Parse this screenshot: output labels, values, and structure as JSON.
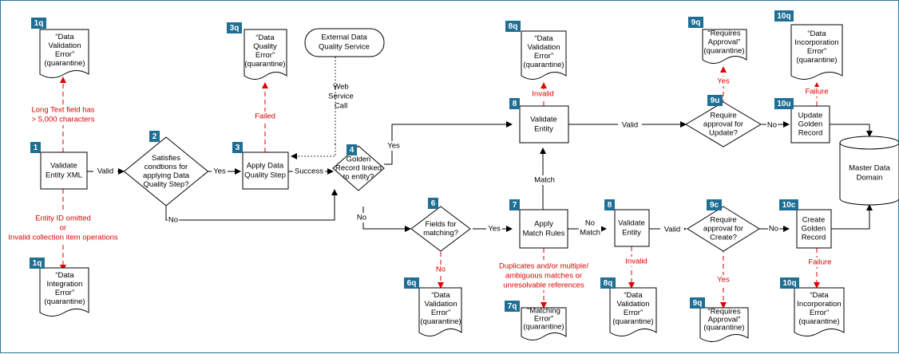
{
  "badges": {
    "b1q_top": "1q",
    "b1": "1",
    "b1q_bottom": "1q",
    "b2": "2",
    "b3q": "3q",
    "b3": "3",
    "b4": "4",
    "b6": "6",
    "b6q": "6q",
    "b7": "7",
    "b7q": "7q",
    "b8q_top": "8q",
    "b8_top": "8",
    "b8_mid": "8",
    "b8q_bottom": "8q",
    "b9q_top": "9q",
    "b9u": "9u",
    "b9c": "9c",
    "b9q_bottom": "9q",
    "b10q_top": "10q",
    "b10u": "10u",
    "b10c": "10c",
    "b10q_bottom": "10q"
  },
  "docs": {
    "d1q_top": [
      "“Data",
      "Validation",
      "Error”",
      "(quarantine)"
    ],
    "d1q_bottom": [
      "“Data",
      "Integration",
      "Error”",
      "(quarantine)"
    ],
    "d3q": [
      "“Data",
      "Quality",
      "Error”",
      "(quarantine)"
    ],
    "d6q": [
      "“Data",
      "Validation",
      "Error”",
      "(quarantine)"
    ],
    "d7q": [
      "“Matching",
      "Error”",
      "(quarantine)"
    ],
    "d8q_top": [
      "“Data",
      "Validation",
      "Error”",
      "(quarantine)"
    ],
    "d8q_bottom": [
      "“Data",
      "Validation",
      "Error”",
      "(quarantine)"
    ],
    "d9q_top": [
      "“Requires",
      "Approval”",
      "(quarantine)"
    ],
    "d9q_bottom": [
      "“Requires",
      "Approval”",
      "(quarantine)"
    ],
    "d10q_top": [
      "“Data",
      "Incorporation",
      "Error”",
      "(quarantine)"
    ],
    "d10q_bottom": [
      "“Data",
      "Incorporation",
      "Error”",
      "(quarantine)"
    ]
  },
  "steps": {
    "validate_xml": [
      "Validate",
      "Entity XML"
    ],
    "apply_dq": [
      "Apply Data",
      "Quality Step"
    ],
    "validate_entity_top": [
      "Validate",
      "Entity"
    ],
    "apply_match": [
      "Apply",
      "Match Rules"
    ],
    "validate_entity_mid": [
      "Validate",
      "Entity"
    ],
    "update_golden": [
      "Update",
      "Golden",
      "Record"
    ],
    "create_golden": [
      "Create",
      "Golden",
      "Record"
    ]
  },
  "decisions": {
    "satisfies": [
      "Satisfies",
      "condtions for",
      "applying Data",
      "Quality Step?"
    ],
    "golden_linked": [
      "Golden",
      "Record linked",
      "to entity?"
    ],
    "fields_matching": [
      "Fields for",
      "matching?"
    ],
    "approval_update": [
      "Require",
      "approval for",
      "Update?"
    ],
    "approval_create": [
      "Require",
      "approval for",
      "Create?"
    ]
  },
  "external_service": [
    "External Data",
    "Quality Service"
  ],
  "master_data": [
    "Master Data",
    "Domain"
  ],
  "labels": {
    "valid_1": "Valid",
    "yes_2": "Yes",
    "no_2": "No",
    "success": "Success",
    "yes_4": "Yes",
    "no_4": "No",
    "web_service": [
      "Web",
      "Service",
      "Call"
    ],
    "yes_6": "Yes",
    "match": "Match",
    "no_match": [
      "No",
      "Match"
    ],
    "valid_8_top": "Valid",
    "no_9u": "No",
    "valid_8_mid": "Valid",
    "no_9c": "No"
  },
  "red_labels": {
    "long_text": [
      "Long Text field has",
      "> 5,000 characters"
    ],
    "entity_id": [
      "Entity ID omitted",
      "or",
      "Invalid collection item operations"
    ],
    "failed": "Failed",
    "no_6": "No",
    "duplicates": [
      "Duplicates and/or multiple/",
      "ambiguous matches or",
      "unresolvable references"
    ],
    "invalid_top": "Invalid",
    "invalid_mid": "Invalid",
    "yes_9u": "Yes",
    "yes_9c": "Yes",
    "failure_top": "Failure",
    "failure_bottom": "Failure"
  }
}
